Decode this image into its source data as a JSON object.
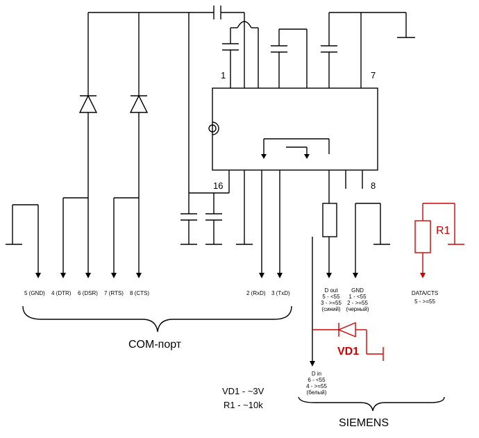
{
  "chip": {
    "pin1": "1",
    "pin7": "7",
    "pin16": "16",
    "pin8": "8"
  },
  "com_port": {
    "title": "COM-порт",
    "pins": [
      "5 (GND)",
      "4 (DTR)",
      "6 (DSR)",
      "7 (RTS)",
      "8 (CTS)",
      "2 (RxD)",
      "3 (TxD)"
    ]
  },
  "siemens": {
    "title": "SIEMENS",
    "dout": [
      "D out",
      "5 - <55",
      "3 - >=55",
      "(синий)"
    ],
    "gnd": [
      "GND",
      "1 - <55",
      "2 - >=55",
      "(черный)"
    ],
    "din": [
      "D in",
      "6 - <55",
      "4 - >=55",
      "(белый)"
    ]
  },
  "data_cts": [
    "DATA/CTS",
    "5 - >=55"
  ],
  "labels": {
    "r1": "R1",
    "vd1": "VD1"
  },
  "notes": [
    "VD1 - ~3V",
    "R1 - ~10k"
  ],
  "colors": {
    "wire": "#000000",
    "accent": "#d00000"
  }
}
